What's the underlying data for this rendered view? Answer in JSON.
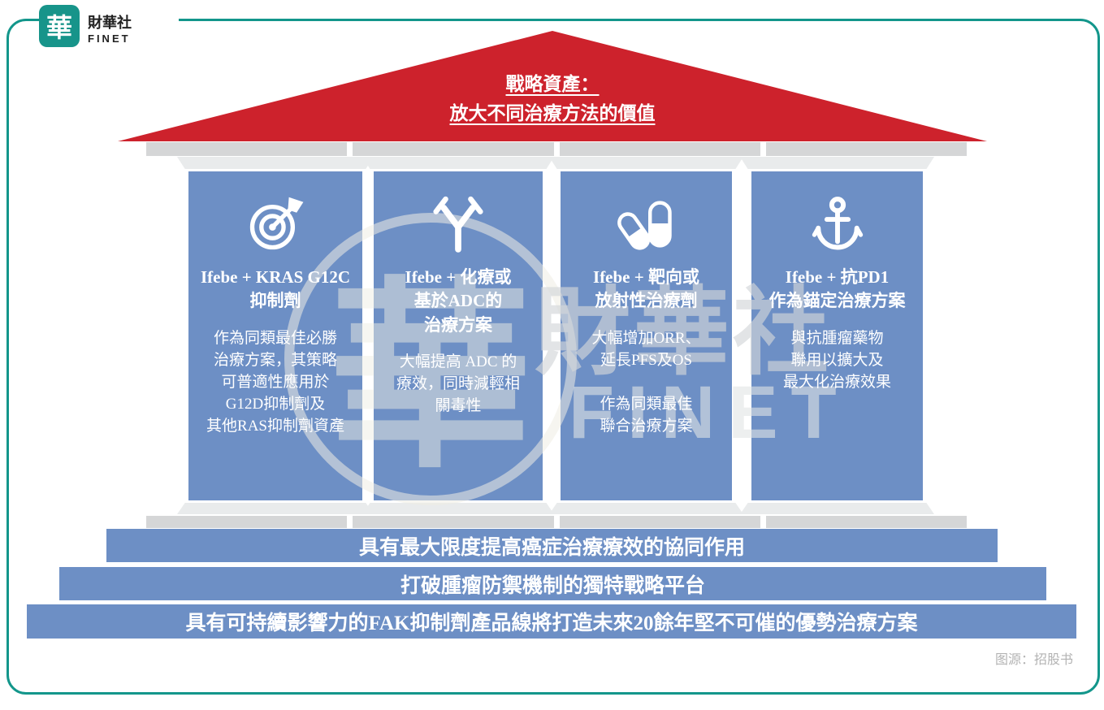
{
  "logo": {
    "badge_char": "華",
    "name_cn": "財華社",
    "name_en": "FINET"
  },
  "roof": {
    "title": "戰略資產：\n放大不同治療方法的價值"
  },
  "pillars": [
    {
      "icon": "target-dart-icon",
      "heading": "Ifebe + KRAS G12C\n抑制劑",
      "body": "作為同類最佳必勝\n治療方案，其策略\n可普適性應用於\nG12D抑制劑及\n其他RAS抑制劑資產"
    },
    {
      "icon": "antibody-icon",
      "heading": "Ifebe + 化療或\n基於ADC的\n治療方案",
      "body": "大幅提高 ADC 的\n療效，同時減輕相\n關毒性"
    },
    {
      "icon": "capsules-icon",
      "heading": "Ifebe + 靶向或\n放射性治療劑",
      "body": "大幅增加ORR、\n延長PFS及OS\n\n作為同類最佳\n聯合治療方案"
    },
    {
      "icon": "anchor-icon",
      "heading": "Ifebe + 抗PD1\n作為錨定治療方案",
      "body": "與抗腫瘤藥物\n聯用以擴大及\n最大化治療效果"
    }
  ],
  "foundation_bars": [
    "具有最大限度提高癌症治療療效的協同作用",
    "打破腫瘤防禦機制的獨特戰略平台",
    "具有可持續影響力的FAK抑制劑產品線將打造未來20餘年堅不可催的優勢治療方案"
  ],
  "watermark": {
    "logo_char": "華",
    "name_cn": "財華社",
    "name_en": "FINET"
  },
  "source_note": "图源：招股书",
  "colors": {
    "pillar_blue": "#6d8fc5",
    "roof_red": "#cd222c",
    "accent_teal": "#13968b",
    "beam_gray": "#d5d6d7",
    "block_gray": "#e9ebec"
  }
}
